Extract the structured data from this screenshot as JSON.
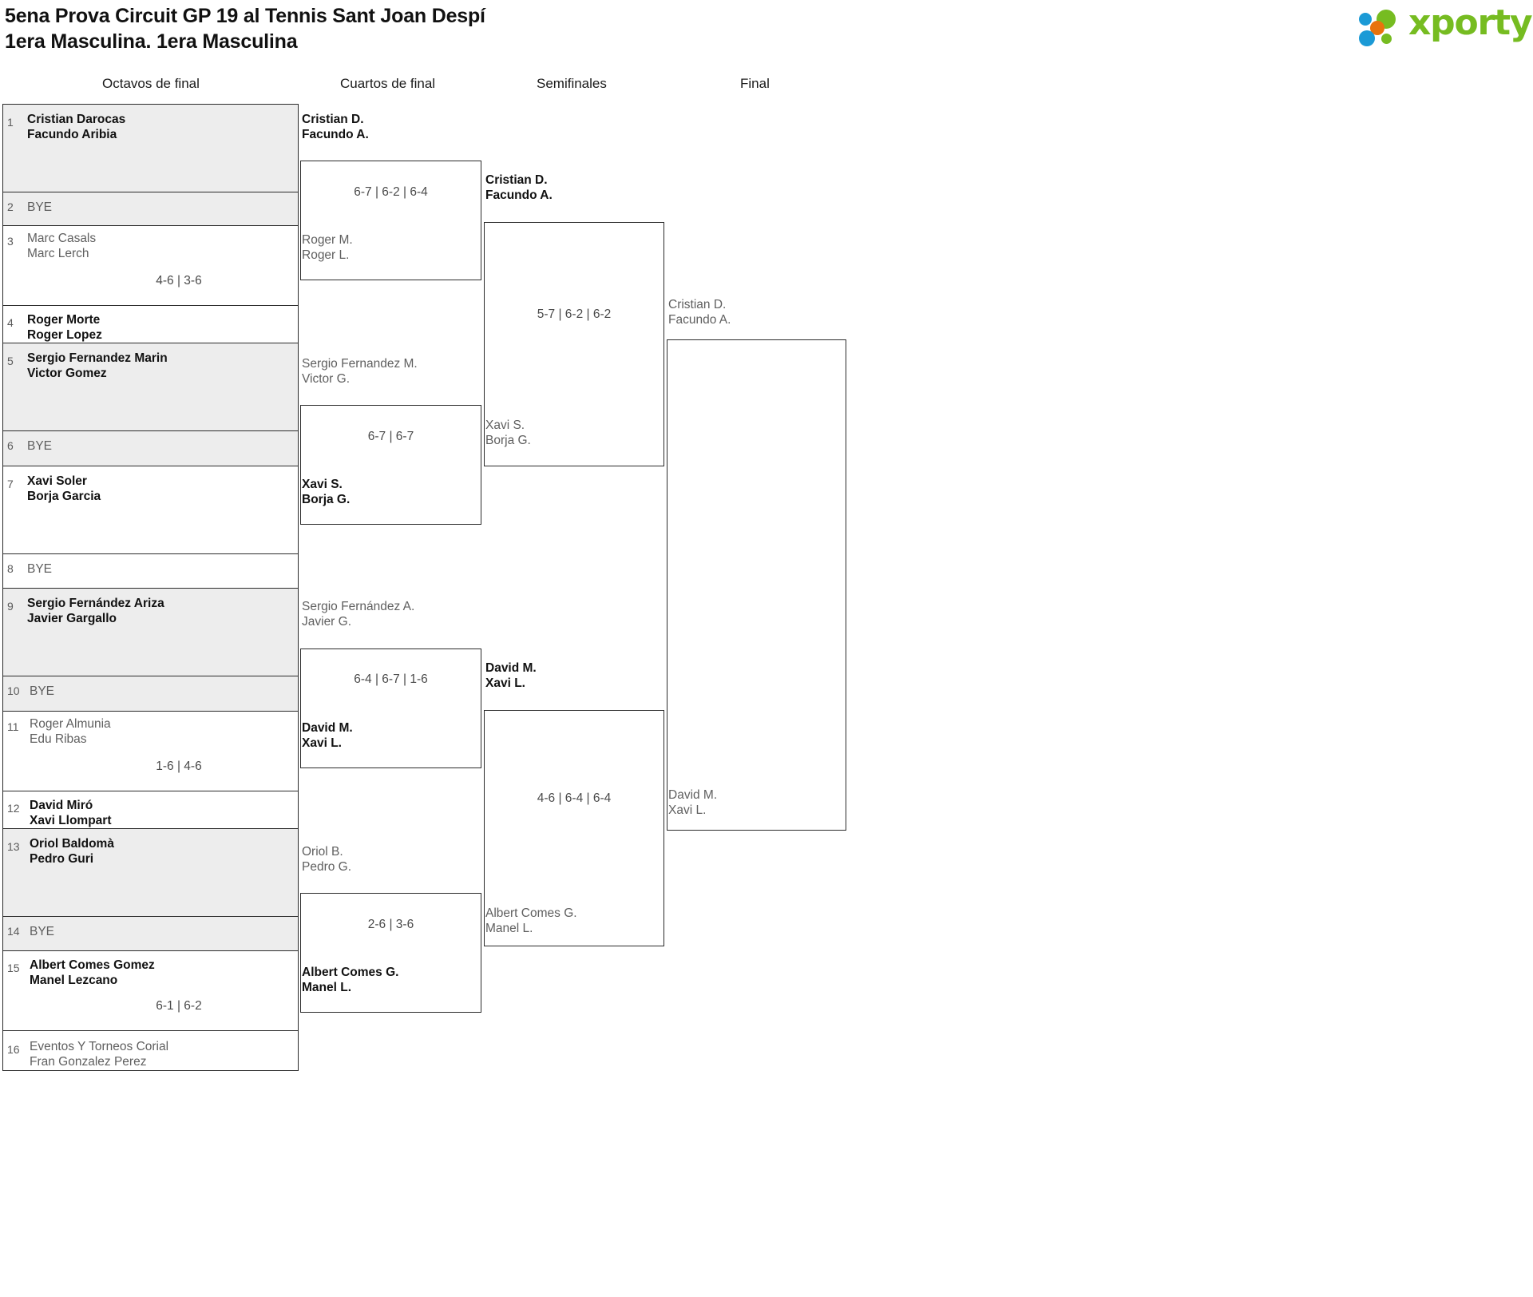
{
  "header": {
    "title_line1": "5ena Prova Circuit GP 19 al Tennis Sant Joan Despí",
    "title_line2": "1era Masculina. 1era Masculina",
    "logo_text": "xporty",
    "logo_colors": {
      "green": "#76bc21",
      "blue": "#1b9ad6",
      "orange": "#e8730c"
    }
  },
  "rounds": [
    {
      "label": "Octavos de final"
    },
    {
      "label": "Cuartos de final"
    },
    {
      "label": "Semifinales"
    },
    {
      "label": "Final"
    }
  ],
  "round1": {
    "seeds": [
      {
        "no": "1",
        "p1": "Cristian Darocas",
        "p2": "Facundo Aribia",
        "winner": true,
        "bye": false
      },
      {
        "no": "2",
        "bye_label": "BYE",
        "winner": false,
        "bye": true
      },
      {
        "no": "3",
        "p1": "Marc Casals",
        "p2": "Marc Lerch",
        "winner": false,
        "bye": false
      },
      {
        "no": "4",
        "p1": "Roger Morte",
        "p2": "Roger Lopez",
        "winner": true,
        "bye": false
      },
      {
        "no": "5",
        "p1": "Sergio Fernandez Marin",
        "p2": "Victor Gomez",
        "winner": true,
        "bye": false
      },
      {
        "no": "6",
        "bye_label": "BYE",
        "winner": false,
        "bye": true
      },
      {
        "no": "7",
        "p1": "Xavi Soler",
        "p2": "Borja Garcia",
        "winner": true,
        "bye": false
      },
      {
        "no": "8",
        "bye_label": "BYE",
        "winner": false,
        "bye": true
      },
      {
        "no": "9",
        "p1": "Sergio Fernández Ariza",
        "p2": "Javier Gargallo",
        "winner": true,
        "bye": false
      },
      {
        "no": "10",
        "bye_label": "BYE",
        "winner": false,
        "bye": true
      },
      {
        "no": "11",
        "p1": "Roger Almunia",
        "p2": "Edu Ribas",
        "winner": false,
        "bye": false
      },
      {
        "no": "12",
        "p1": "David Miró",
        "p2": "Xavi Llompart",
        "winner": true,
        "bye": false
      },
      {
        "no": "13",
        "p1": "Oriol Baldomà",
        "p2": "Pedro Guri",
        "winner": true,
        "bye": false
      },
      {
        "no": "14",
        "bye_label": "BYE",
        "winner": false,
        "bye": true
      },
      {
        "no": "15",
        "p1": "Albert Comes Gomez",
        "p2": "Manel Lezcano",
        "winner": true,
        "bye": false
      },
      {
        "no": "16",
        "p1": "Eventos Y Torneos Corial",
        "p2": "Fran Gonzalez Perez",
        "winner": false,
        "bye": false
      }
    ],
    "scores": [
      {
        "value": ""
      },
      {
        "value": "4-6 | 3-6"
      },
      {
        "value": ""
      },
      {
        "value": ""
      },
      {
        "value": ""
      },
      {
        "value": "1-6 | 4-6"
      },
      {
        "value": ""
      },
      {
        "value": "6-1 | 6-2"
      }
    ]
  },
  "round2": {
    "matches": [
      {
        "top": {
          "p1": "Cristian D.",
          "p2": "Facundo A.",
          "winner": true
        },
        "bottom": {
          "p1": "Roger M.",
          "p2": "Roger L.",
          "winner": false
        },
        "score": "6-7 | 6-2 | 6-4"
      },
      {
        "top": {
          "p1": "Sergio Fernandez M.",
          "p2": "Victor G.",
          "winner": false
        },
        "bottom": {
          "p1": "Xavi S.",
          "p2": "Borja G.",
          "winner": true
        },
        "score": "6-7 | 6-7"
      },
      {
        "top": {
          "p1": "Sergio Fernández A.",
          "p2": "Javier G.",
          "winner": false
        },
        "bottom": {
          "p1": "David M.",
          "p2": "Xavi L.",
          "winner": true
        },
        "score": "6-4 | 6-7 | 1-6"
      },
      {
        "top": {
          "p1": "Oriol B.",
          "p2": "Pedro G.",
          "winner": false
        },
        "bottom": {
          "p1": "Albert Comes G.",
          "p2": "Manel L.",
          "winner": true
        },
        "score": "2-6 | 3-6"
      }
    ]
  },
  "round3": {
    "matches": [
      {
        "top": {
          "p1": "Cristian D.",
          "p2": "Facundo A.",
          "winner": true
        },
        "bottom": {
          "p1": "Xavi S.",
          "p2": "Borja G.",
          "winner": false
        },
        "score": "5-7 | 6-2 | 6-2"
      },
      {
        "top": {
          "p1": "David M.",
          "p2": "Xavi L.",
          "winner": true
        },
        "bottom": {
          "p1": "Albert Comes G.",
          "p2": "Manel L.",
          "winner": false
        },
        "score": "4-6 | 6-4 | 6-4"
      }
    ]
  },
  "round4": {
    "matches": [
      {
        "top": {
          "p1": "Cristian D.",
          "p2": "Facundo A.",
          "winner": false
        },
        "bottom": {
          "p1": "David M.",
          "p2": "Xavi L.",
          "winner": false
        },
        "score": ""
      }
    ]
  }
}
